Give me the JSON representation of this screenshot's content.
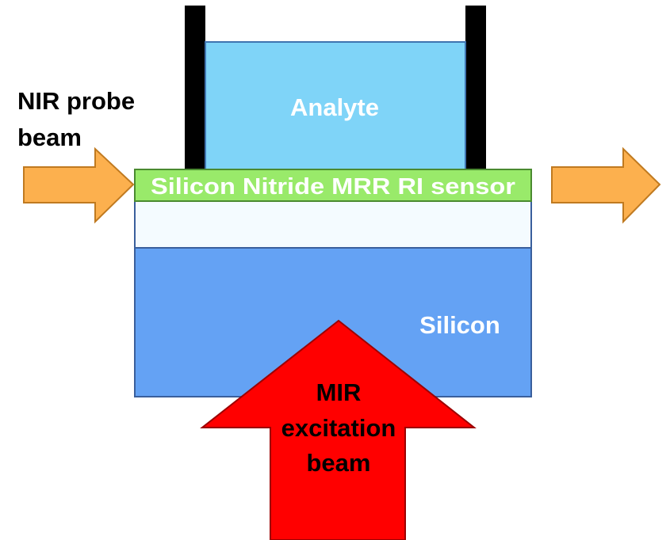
{
  "labels": {
    "nir_line1": "NIR probe",
    "nir_line2": "beam",
    "analyte": "Analyte",
    "sensor": "Silicon Nitride MRR RI sensor",
    "silicon": "Silicon",
    "mir_line1": "MIR",
    "mir_line2": "excitation",
    "mir_line3": "beam"
  },
  "colors": {
    "analyte_fill": "#7fd4f8",
    "analyte_border": "#3f74b0",
    "sensor_fill": "#99ea6a",
    "sensor_border": "#4a8a30",
    "oxide_fill": "#f4fbff",
    "silicon_fill": "#64a2f4",
    "silicon_border": "#3a5f9c",
    "wall": "#000000",
    "nir_arrow": "#fcb04e",
    "nir_arrow_border": "#c07a20",
    "mir_arrow": "#ff0000",
    "mir_arrow_border": "#9c0000",
    "label_light": "#ffffff",
    "label_dark": "#000000"
  }
}
